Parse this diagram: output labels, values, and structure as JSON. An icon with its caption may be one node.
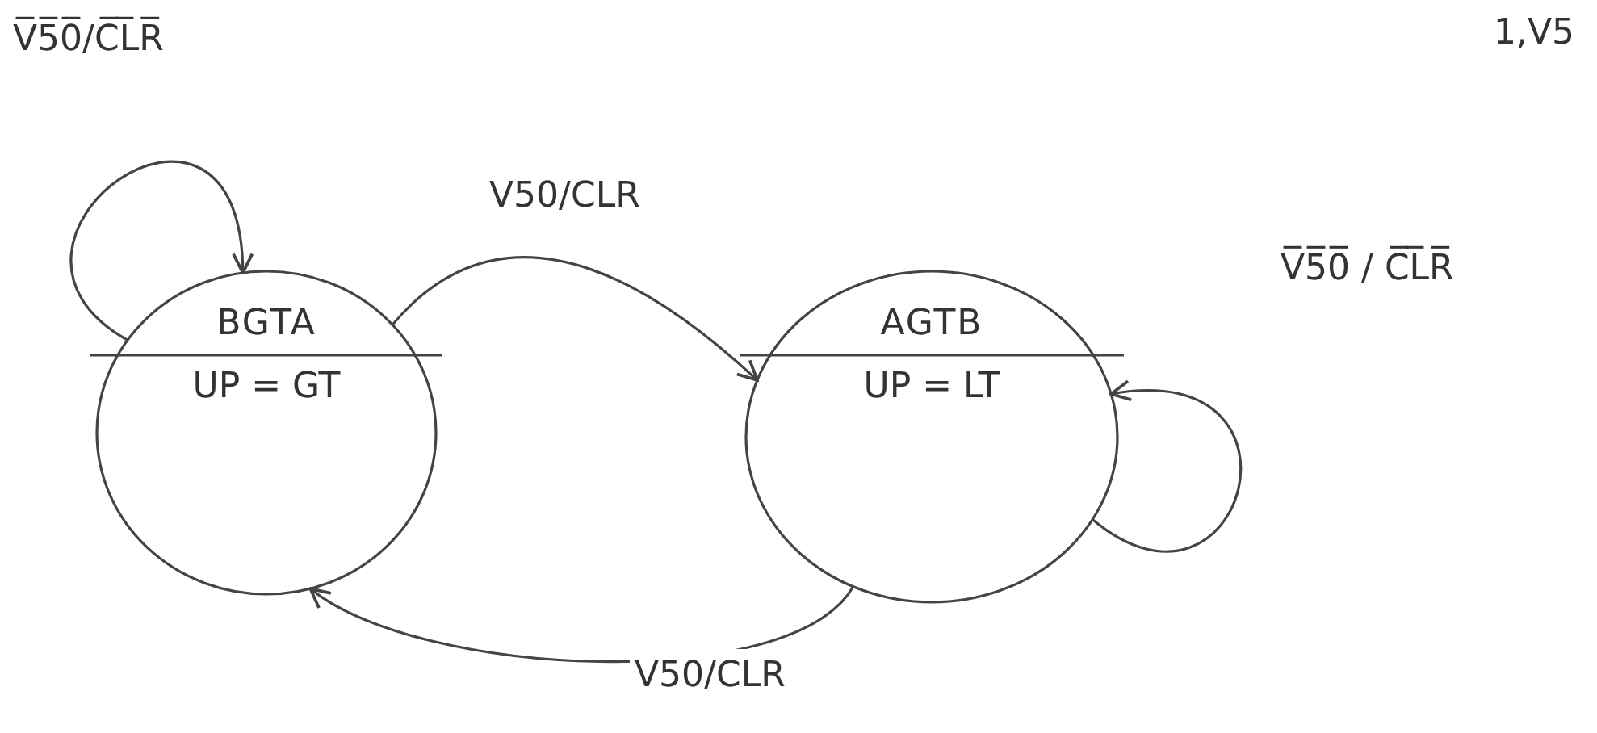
{
  "diagram": {
    "nodes": [
      {
        "text": [
          "BGTA",
          "UP = GT"
        ]
      },
      {
        "text": [
          "AGTB",
          "UP = LT"
        ]
      }
    ],
    "edges": [
      {
        "from": 0,
        "to": 0,
        "arrow": "to",
        "label": "V̅5̅0̅/C̅L̅R̅"
      },
      {
        "from": 0,
        "to": 1,
        "arrow": "to",
        "label": "V50/CLR"
      },
      {
        "from": 1,
        "to": 1,
        "arrow": "to",
        "label": "V̅5̅0̅ / C̅L̅R̅"
      },
      {
        "from": 1,
        "to": 0,
        "arrow": "to",
        "label": "V50/CLR"
      }
    ],
    "labels": [
      "1,V5"
    ]
  }
}
